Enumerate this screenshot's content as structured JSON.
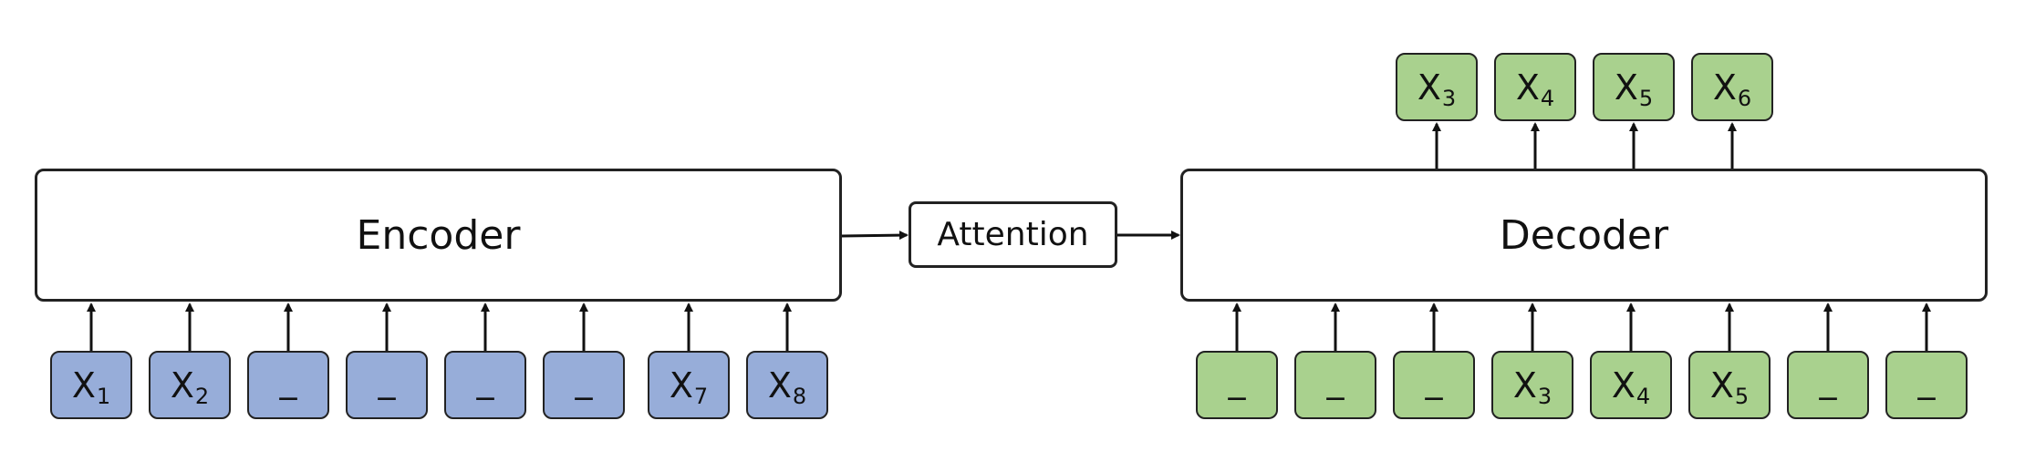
{
  "encoder": {
    "label": "Encoder",
    "inputs": [
      {
        "base": "X",
        "sub": "1"
      },
      {
        "base": "X",
        "sub": "2"
      },
      {
        "mask": "_"
      },
      {
        "mask": "_"
      },
      {
        "mask": "_"
      },
      {
        "mask": "_"
      },
      {
        "base": "X",
        "sub": "7"
      },
      {
        "base": "X",
        "sub": "8"
      }
    ]
  },
  "attention": {
    "label": "Attention"
  },
  "decoder": {
    "label": "Decoder",
    "inputs": [
      {
        "mask": "_"
      },
      {
        "mask": "_"
      },
      {
        "mask": "_"
      },
      {
        "base": "X",
        "sub": "3"
      },
      {
        "base": "X",
        "sub": "4"
      },
      {
        "base": "X",
        "sub": "5"
      },
      {
        "mask": "_"
      },
      {
        "mask": "_"
      }
    ],
    "outputs": [
      {
        "base": "X",
        "sub": "3"
      },
      {
        "base": "X",
        "sub": "4"
      },
      {
        "base": "X",
        "sub": "5"
      },
      {
        "base": "X",
        "sub": "6"
      }
    ]
  },
  "colors": {
    "encoder_token": "#97add9",
    "decoder_token": "#a9d18e",
    "stroke": "#222222"
  }
}
